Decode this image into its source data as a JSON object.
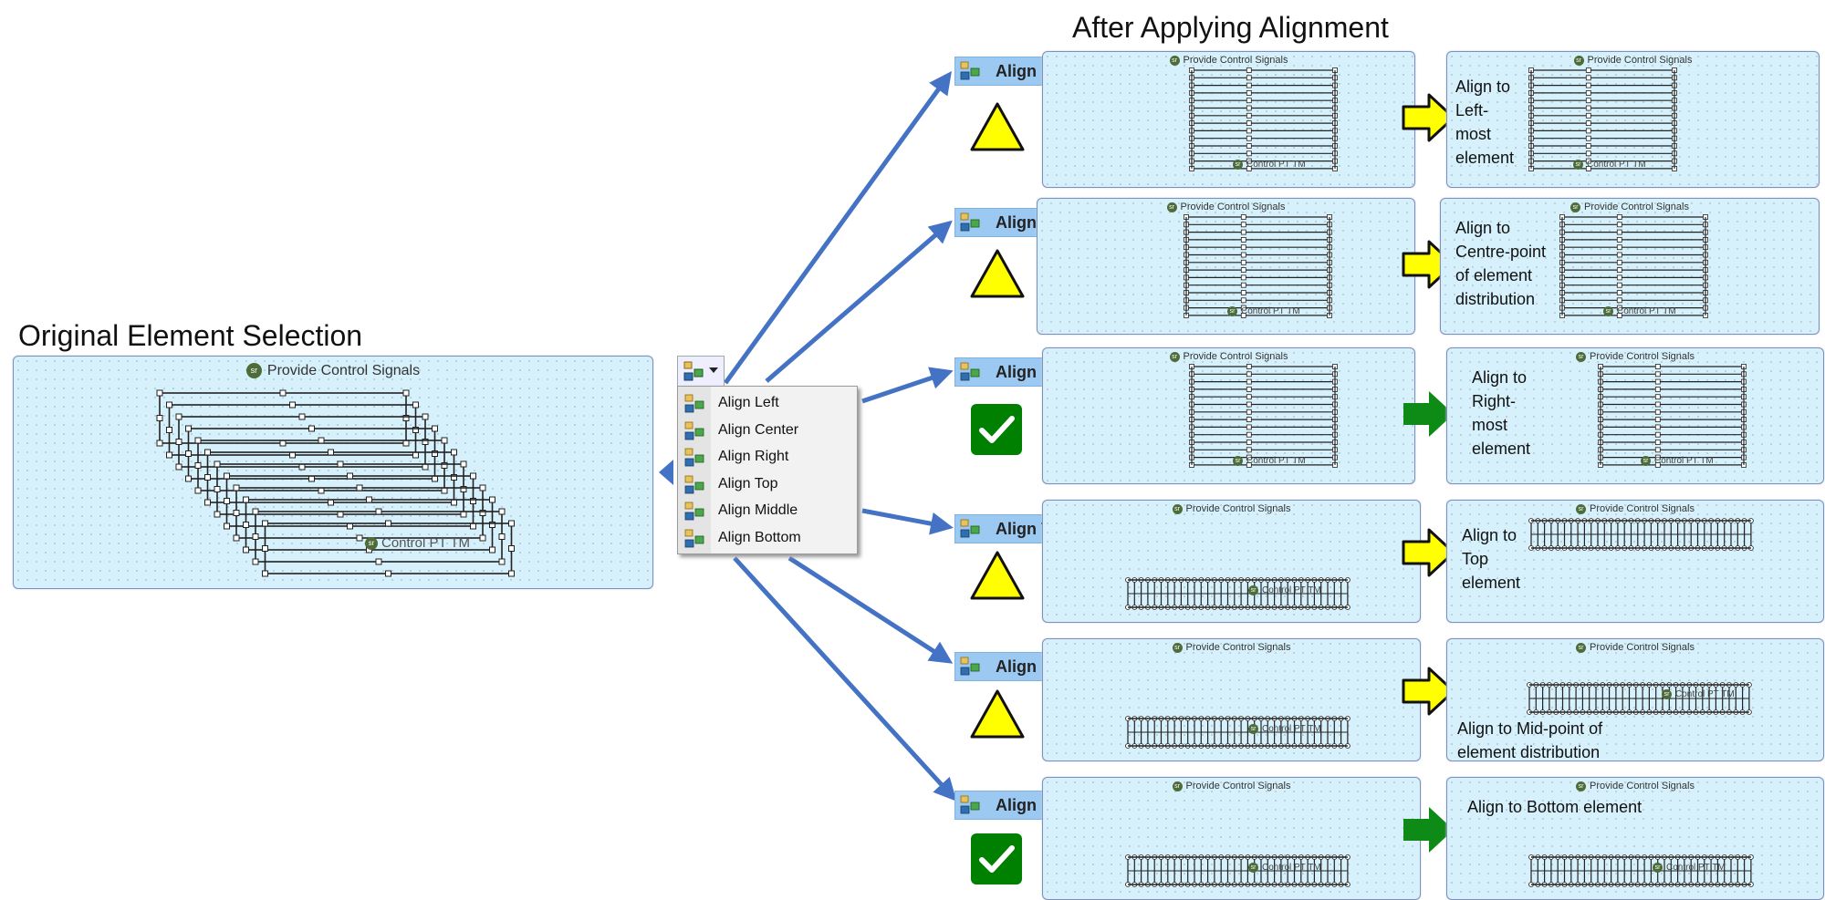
{
  "titles": {
    "after": "After Applying Alignment",
    "original": "Original Element  Selection"
  },
  "original_panel": {
    "title": "Provide Control Signals",
    "inner_label": "Control PT TM",
    "badge": "sr"
  },
  "menu": {
    "items": [
      {
        "label": "Align Left"
      },
      {
        "label": "Align Center"
      },
      {
        "label": "Align Right"
      },
      {
        "label": "Align Top"
      },
      {
        "label": "Align Middle"
      },
      {
        "label": "Align Bottom"
      }
    ]
  },
  "rows": [
    {
      "label": "Align Left",
      "status": "warning",
      "arrow": "yellow",
      "before_title": "Provide Control Signals",
      "before_inner": "Control PT TM",
      "after_title": "Provide Control Signals",
      "after_inner": "Control PT TM",
      "desc": "Align to\nLeft-\nmost\nelement"
    },
    {
      "label": "Align Center",
      "status": "warning",
      "arrow": "yellow",
      "before_title": "Provide Control Signals",
      "before_inner": "Control PT TM",
      "after_title": "Provide Control Signals",
      "after_inner": "Control PT TM",
      "desc": "Align to\nCentre-point\nof element\ndistribution"
    },
    {
      "label": "Align Right",
      "status": "ok",
      "arrow": "green",
      "before_title": "Provide Control Signals",
      "before_inner": "Control PT TM",
      "after_title": "Provide Control Signals",
      "after_inner": "Control PT TM",
      "desc": "Align to\nRight-\nmost\nelement"
    },
    {
      "label": "Align Top",
      "status": "warning",
      "arrow": "yellow",
      "before_title": "Provide Control Signals",
      "before_inner": "Control PT TM",
      "after_title": "Provide Control Signals",
      "after_inner": "",
      "desc": "Align to\nTop\nelement"
    },
    {
      "label": "Align Middle",
      "status": "warning",
      "arrow": "yellow",
      "before_title": "Provide Control Signals",
      "before_inner": "Control PT TM",
      "after_title": "Provide Control Signals",
      "after_inner": "Control PT TM",
      "desc": "Align to Mid-point of\nelement distribution"
    },
    {
      "label": "Align Bottom",
      "status": "ok",
      "arrow": "green",
      "before_title": "Provide Control Signals",
      "before_inner": "Control PT TM",
      "after_title": "Provide Control Signals",
      "after_inner": "Control PT TM",
      "desc": "Align to Bottom element"
    }
  ],
  "colors": {
    "connector": "#4472c4",
    "warning": "#ffff00",
    "ok": "#008000",
    "yellow_arrow": "#ffff00",
    "green_arrow": "#0e8a16",
    "header_bar": "#9cc9f1"
  }
}
